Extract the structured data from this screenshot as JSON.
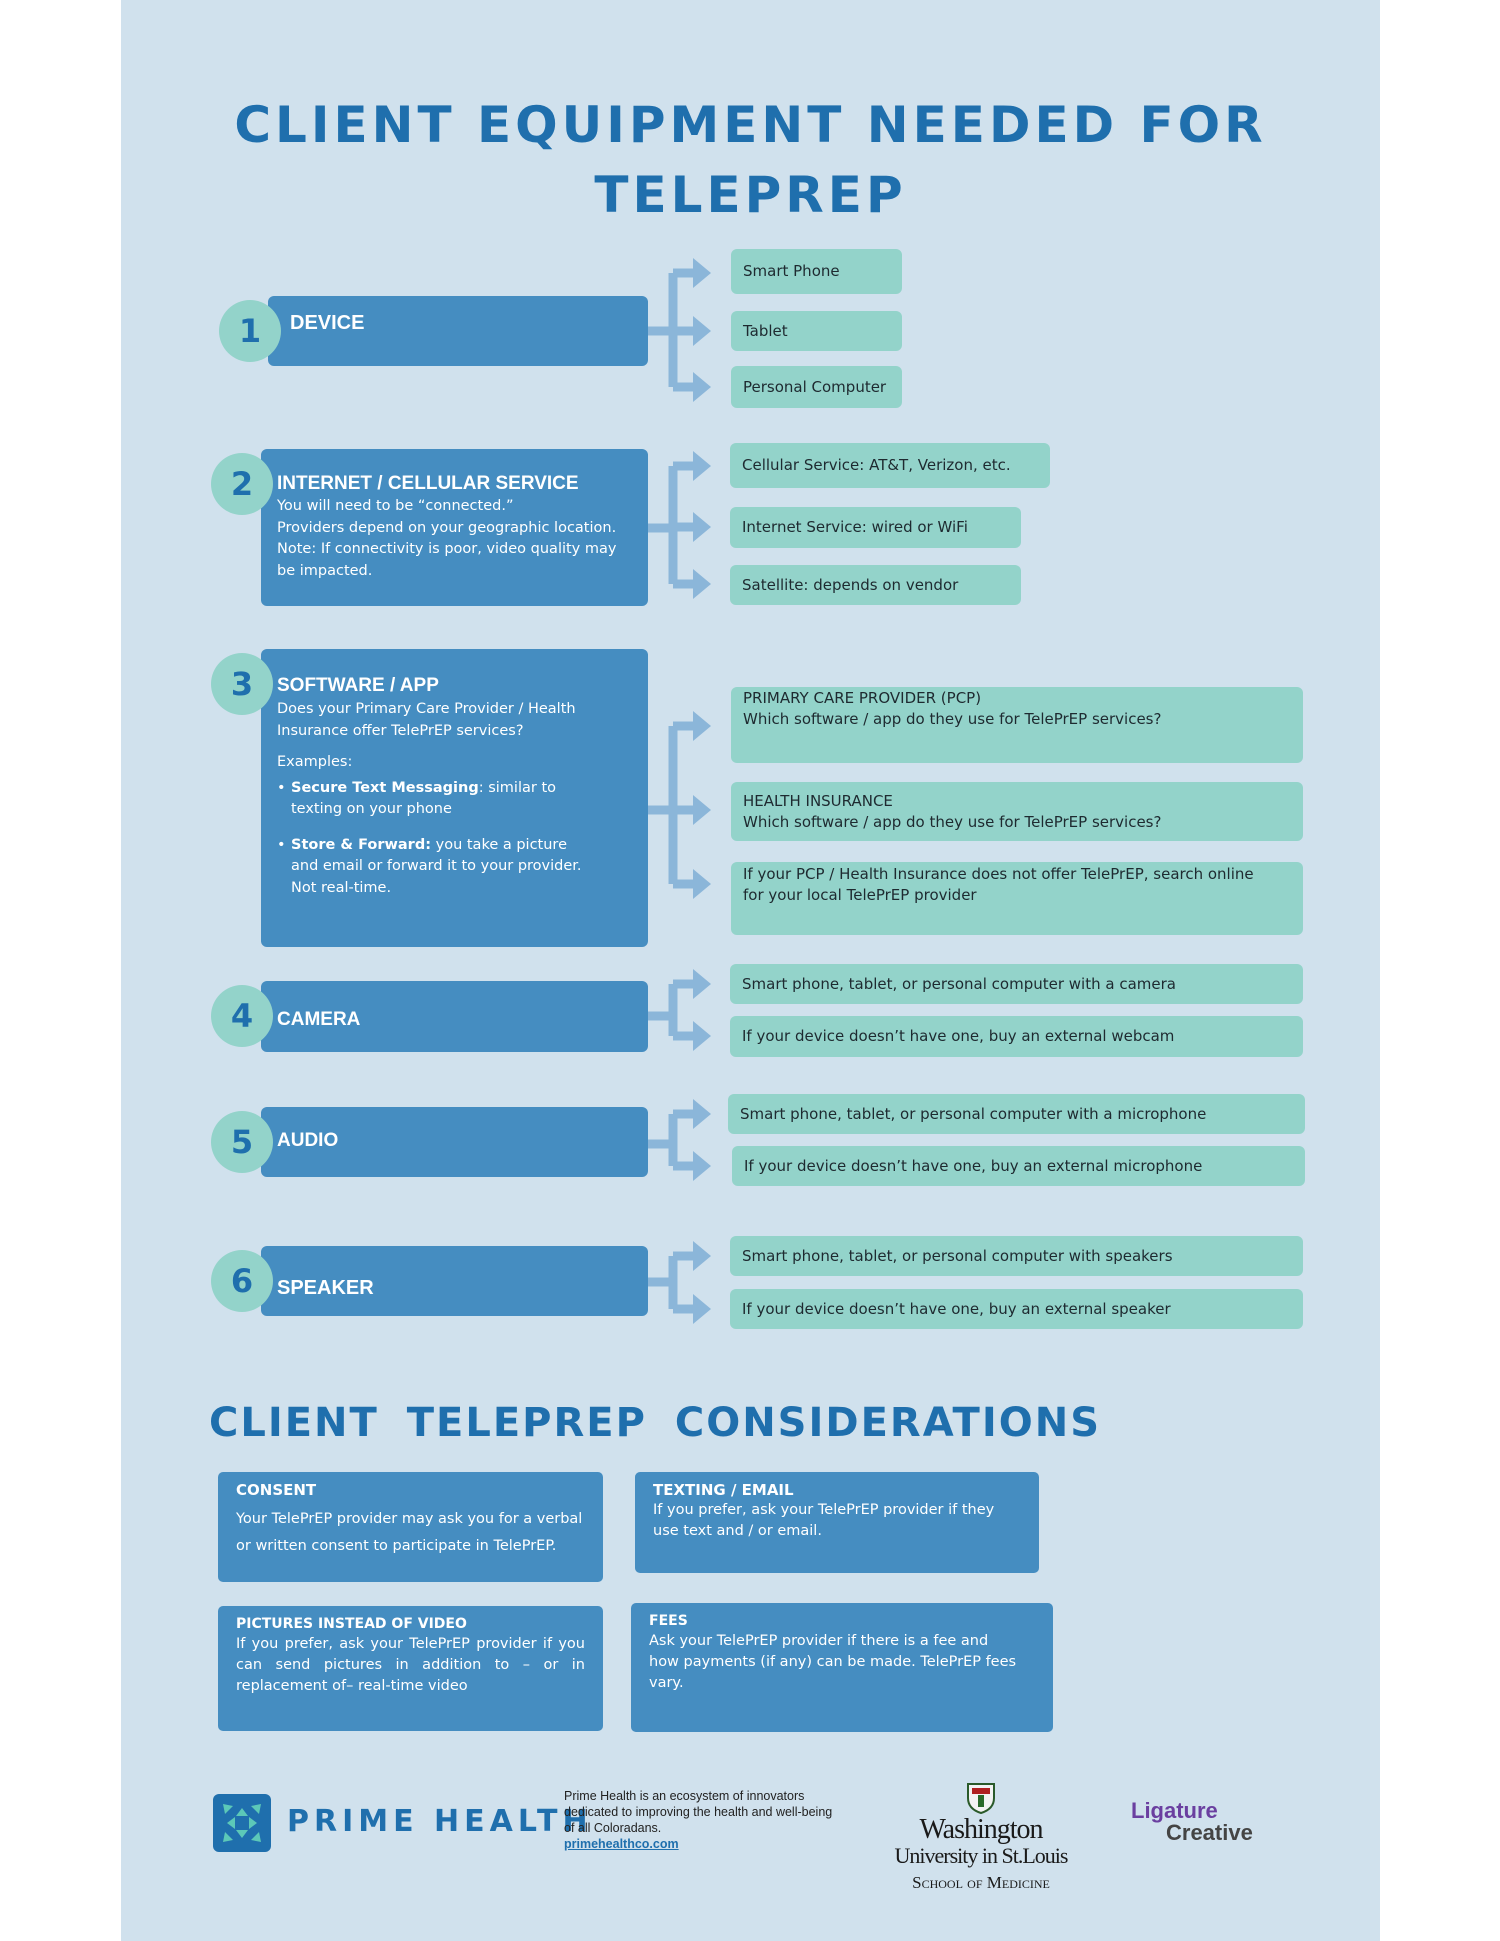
{
  "title": {
    "line1": "CLIENT EQUIPMENT NEEDED FOR",
    "line2": "TELEPREP"
  },
  "steps": [
    {
      "number": "1",
      "title": "DEVICE",
      "text": [],
      "options": [
        "Smart Phone",
        "Tablet",
        "Personal Computer"
      ]
    },
    {
      "number": "2",
      "title": "INTERNET / CELLULAR SERVICE",
      "text": [
        "You will need to be “connected.”",
        "Providers depend on your geographic location.",
        "Note: If connectivity is poor, video quality may",
        "be impacted."
      ],
      "options": [
        "Cellular Service: AT&T, Verizon, etc.",
        "Internet Service: wired or WiFi",
        "Satellite: depends on vendor"
      ]
    },
    {
      "number": "3",
      "title": "SOFTWARE / APP",
      "text": [
        "Does your Primary Care Provider / Health",
        "Insurance offer TelePrEP services?"
      ],
      "examples_label": "Examples:",
      "examples": [
        {
          "bold": "Secure Text Messaging",
          "rest": ": similar to texting on your phone"
        },
        {
          "bold": "Store & Forward:",
          "rest": " you take a picture and email or forward it to your provider."
        }
      ],
      "note": "Not real-time.",
      "options": [
        {
          "line1": "PRIMARY CARE PROVIDER (PCP)",
          "line2": "Which software / app do they use for TelePrEP services?"
        },
        {
          "line1": "HEALTH INSURANCE",
          "line2": "Which software / app do they use for TelePrEP services?"
        },
        {
          "line1": "If your PCP / Health Insurance does not offer TelePrEP, search online",
          "line2": "for your local TelePrEP provider"
        }
      ]
    },
    {
      "number": "4",
      "title": "CAMERA",
      "text": [],
      "options": [
        "Smart phone, tablet, or personal computer with a camera",
        "If your device doesn’t have one, buy an external webcam"
      ]
    },
    {
      "number": "5",
      "title": "AUDIO",
      "text": [],
      "options": [
        "Smart phone, tablet, or personal computer with a microphone",
        "If your device doesn’t have one, buy an external microphone"
      ]
    },
    {
      "number": "6",
      "title": "SPEAKER",
      "text": [],
      "options": [
        "Smart phone, tablet, or personal computer with speakers",
        "If your device doesn’t have one, buy an external speaker"
      ]
    }
  ],
  "considerations": {
    "title": "CLIENT  TELEPREP  CONSIDERATIONS",
    "items": [
      {
        "title": "CONSENT",
        "text": "Your TelePrEP provider may ask you for a verbal or written consent to participate in TelePrEP."
      },
      {
        "title": "TEXTING / EMAIL",
        "text": "If you prefer, ask your TelePrEP provider if they use text and / or email."
      },
      {
        "title": "PICTURES INSTEAD OF VIDEO",
        "text": "If you prefer, ask your TelePrEP provider if you can send pictures in addition to – or in replacement of– real-time video"
      },
      {
        "title": "FEES",
        "text": "Ask your TelePrEP provider if there is a fee and how payments (if any) can be made. TelePrEP fees vary."
      }
    ]
  },
  "footer": {
    "prime_name": "PRIME HEALTH",
    "prime_desc": "Prime Health is an ecosystem of innovators dedicated to improving the health and well-being of all Coloradans.",
    "prime_link": "primehealthco.com",
    "wu_line1": "Washington",
    "wu_line2": "University in St.Louis",
    "wu_line3": "School of Medicine",
    "lig_line1": "Ligature",
    "lig_line2": "Creative"
  },
  "colors": {
    "background": "#d0e1ed",
    "title": "#1f6fad",
    "category_box": "#458dc1",
    "option_box": "#93d3ca",
    "connector": "#8bb6d9"
  }
}
